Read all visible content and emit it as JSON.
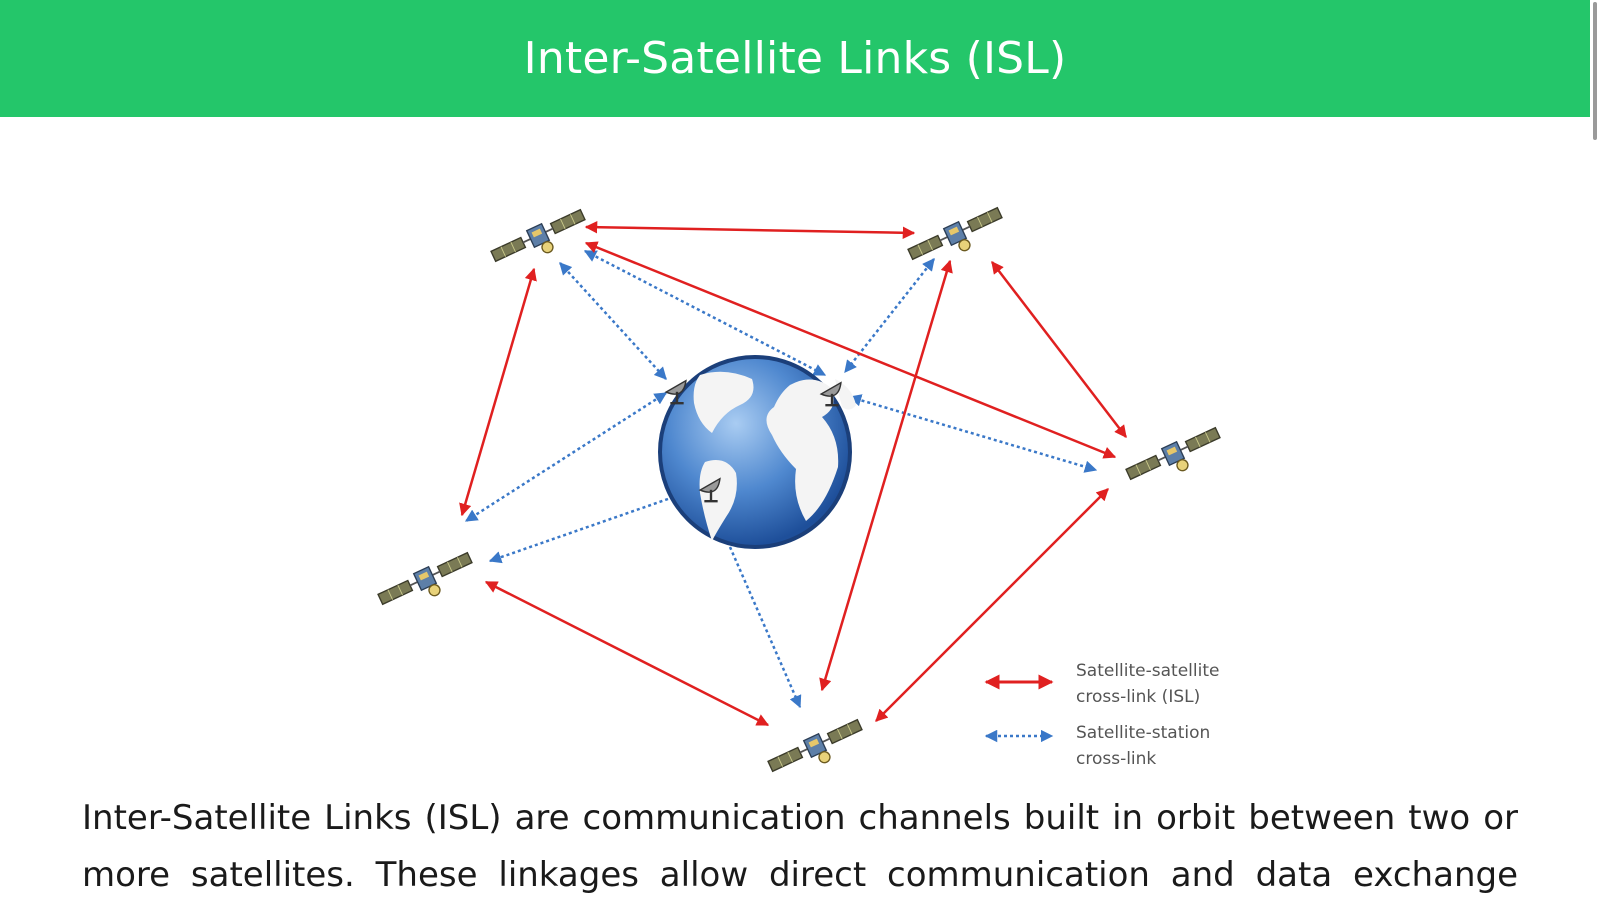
{
  "header": {
    "title": "Inter-Satellite Links (ISL)"
  },
  "diagram": {
    "legend": {
      "isl_line1": "Satellite-satellite",
      "isl_line2": "cross-link (ISL)",
      "station_line1": "Satellite-station",
      "station_line2": "cross-link"
    },
    "colors": {
      "isl": "#e02020",
      "station": "#3a78c8",
      "header": "#24c66a"
    },
    "icons": [
      "satellite-icon",
      "globe-icon",
      "ground-station-icon"
    ]
  },
  "body": {
    "paragraph": "Inter-Satellite Links (ISL) are communication channels built in orbit between two or more satellites. These linkages allow direct communication and data exchange"
  }
}
